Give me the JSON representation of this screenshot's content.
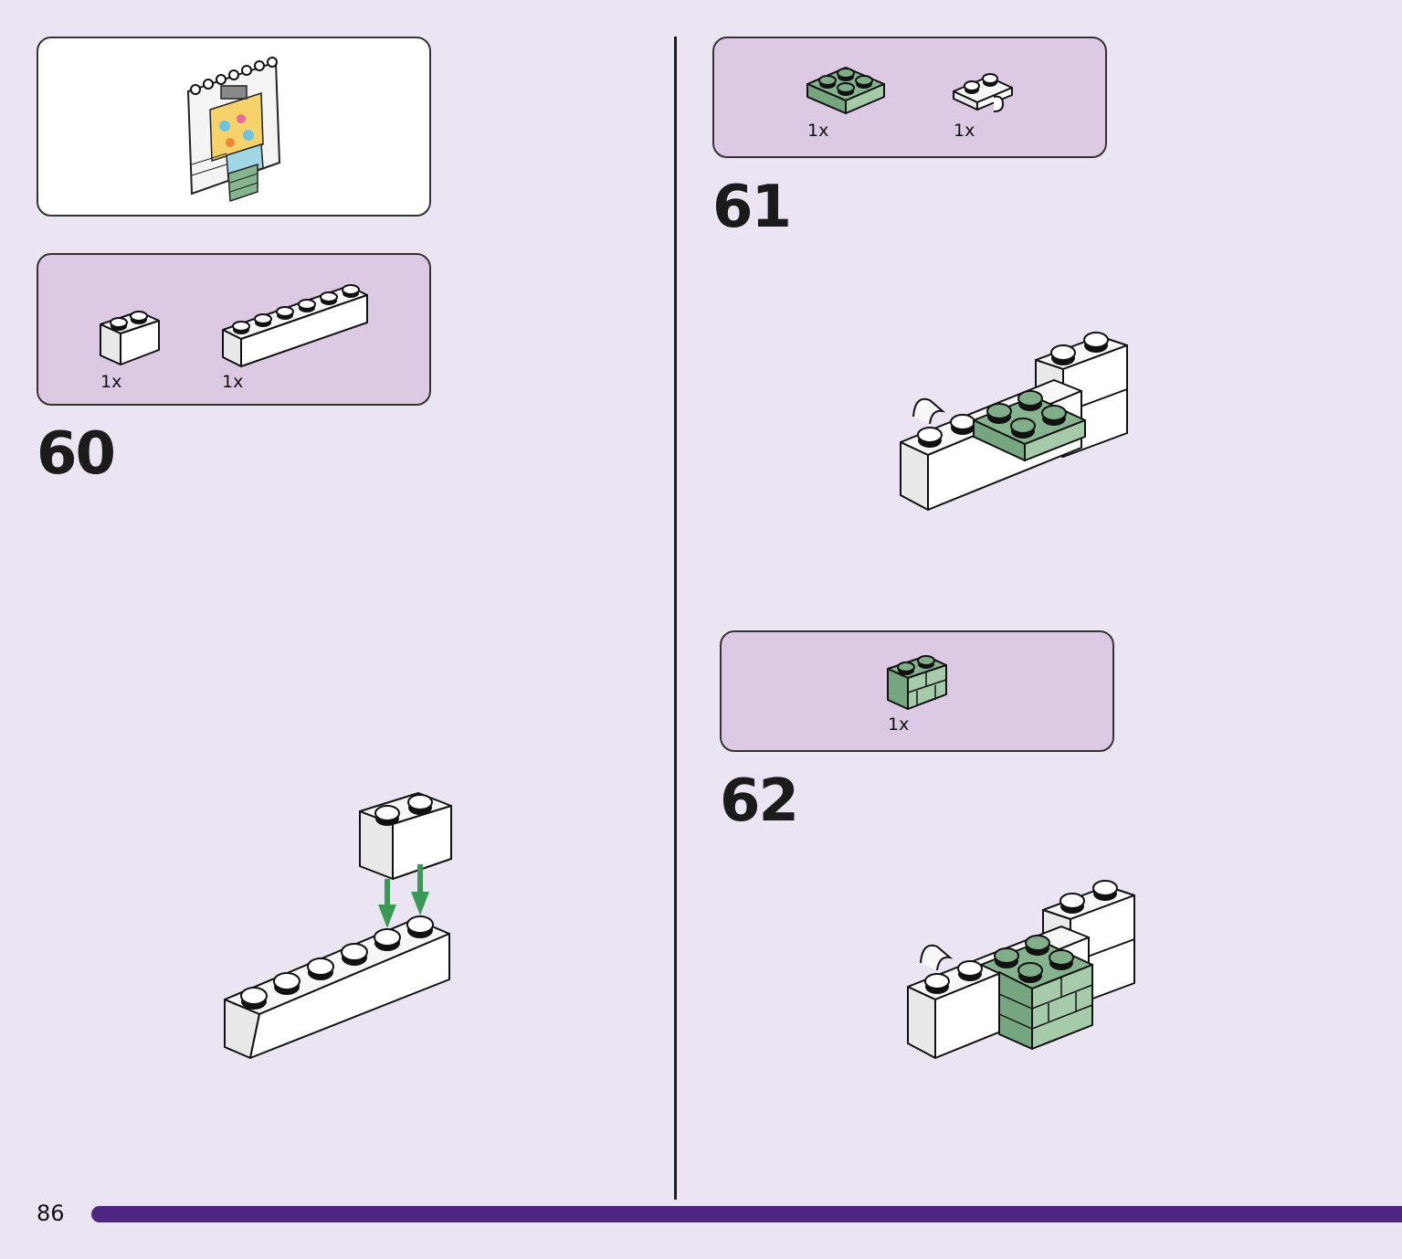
{
  "page": {
    "number": "86"
  },
  "colors": {
    "background": "#ebe4f3",
    "parts_panel": "#dcc9e4",
    "progress_bar": "#4e2783",
    "brick_green": "#86b48f",
    "brick_white": "#ffffff",
    "arrow_green": "#3a9a55"
  },
  "steps": [
    {
      "number": "60",
      "parts": [
        {
          "icon": "white-brick-1x2-icon",
          "qty": "1x"
        },
        {
          "icon": "white-brick-1x6-icon",
          "qty": "1x"
        }
      ]
    },
    {
      "number": "61",
      "parts": [
        {
          "icon": "green-plate-2x2-icon",
          "qty": "1x"
        },
        {
          "icon": "white-plate-clip-icon",
          "qty": "1x"
        }
      ]
    },
    {
      "number": "62",
      "parts": [
        {
          "icon": "green-brick-masonry-icon",
          "qty": "1x"
        }
      ]
    }
  ]
}
